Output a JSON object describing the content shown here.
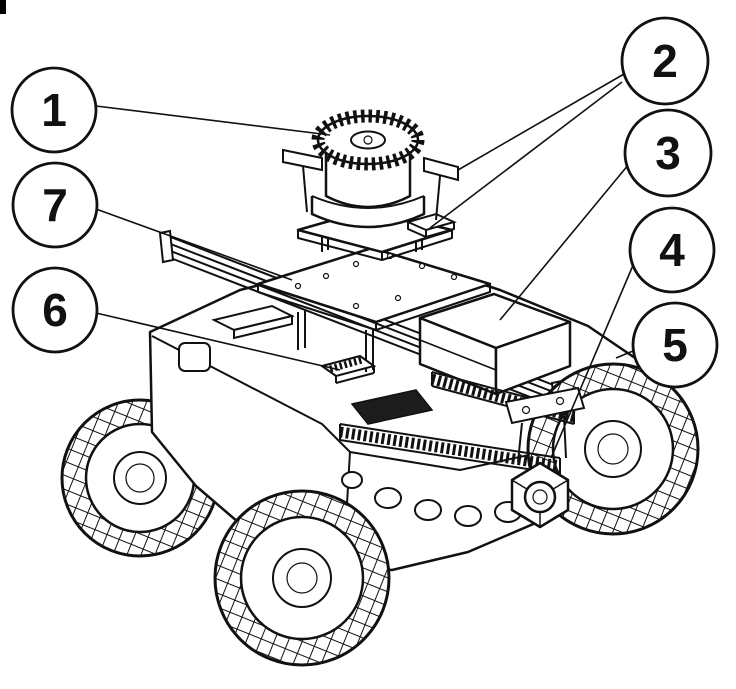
{
  "diagram": {
    "colors": {
      "background": "#ffffff",
      "line": "#111111"
    },
    "callouts": [
      {
        "label": "1"
      },
      {
        "label": "2"
      },
      {
        "label": "3"
      },
      {
        "label": "4"
      },
      {
        "label": "5"
      },
      {
        "label": "6"
      },
      {
        "label": "7"
      }
    ]
  }
}
